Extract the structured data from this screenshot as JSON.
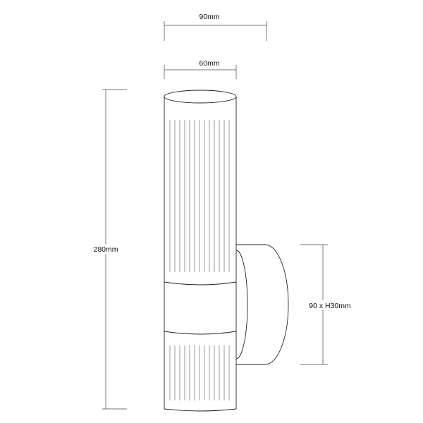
{
  "dimensions": {
    "overall_width": "90mm",
    "tube_width": "60mm",
    "height": "280mm",
    "base_plate": "90 x H30mm"
  },
  "colors": {
    "line": "#222222",
    "background": "#ffffff"
  }
}
